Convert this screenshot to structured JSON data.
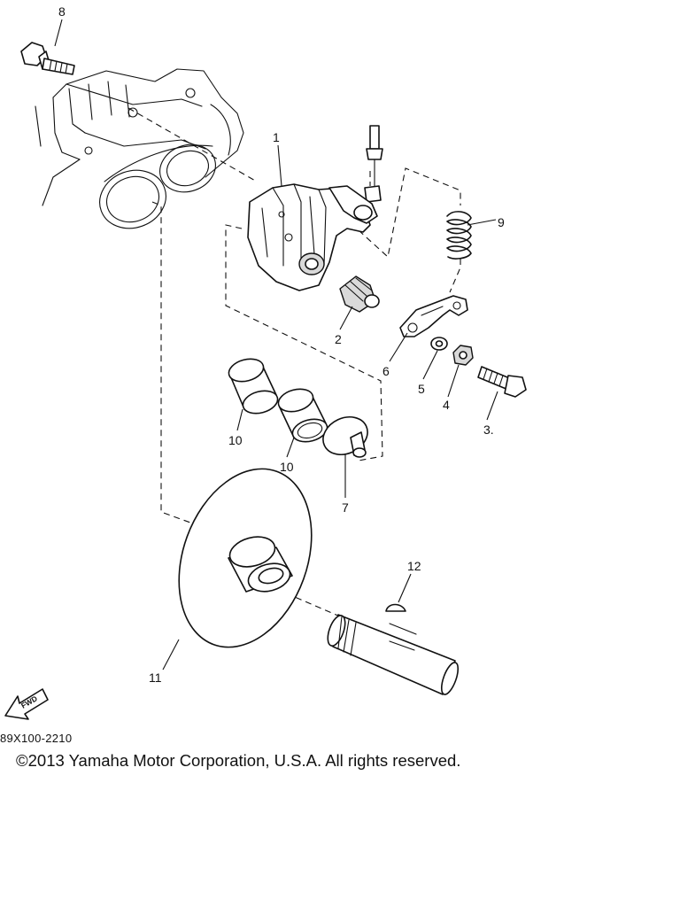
{
  "callouts": {
    "c1": "1",
    "c2": "2",
    "c3": "3.",
    "c4": "4",
    "c5": "5",
    "c6": "6",
    "c7": "7",
    "c8": "8",
    "c9": "9",
    "c10a": "10",
    "c10b": "10",
    "c11": "11",
    "c12": "12"
  },
  "fwd_label": "FWD",
  "diagram_code": "89X100-2210",
  "copyright": "©2013 Yamaha Motor Corporation, U.S.A. All rights reserved."
}
